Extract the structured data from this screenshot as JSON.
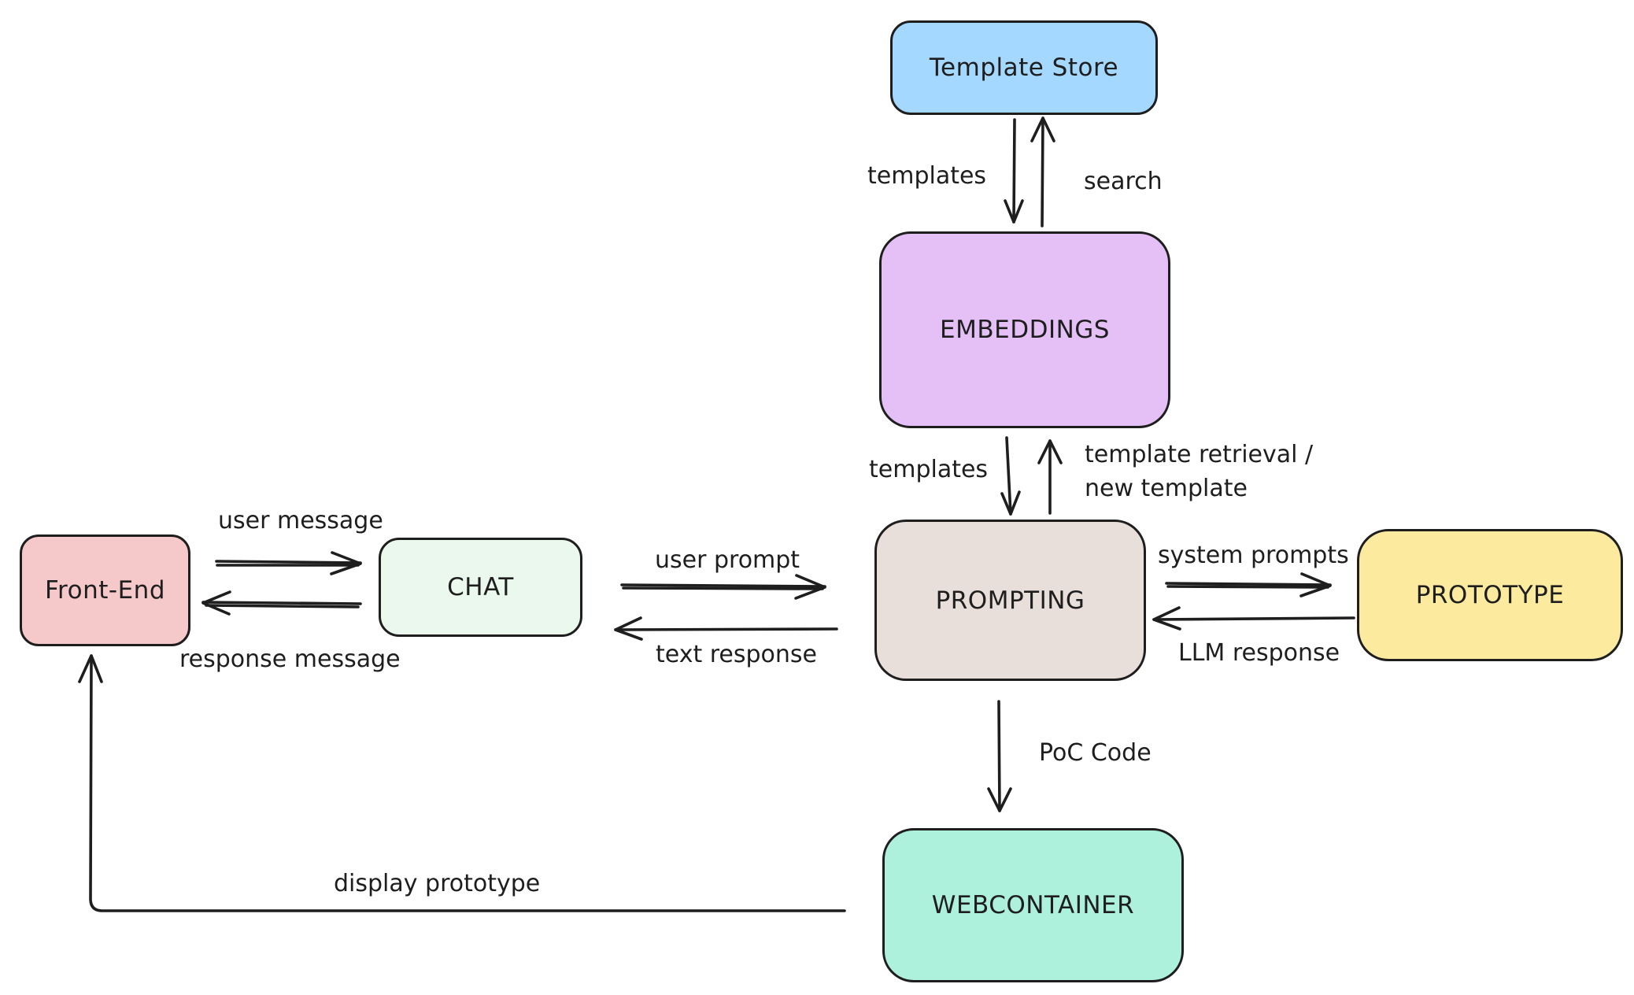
{
  "diagram": {
    "nodes": {
      "template_store": {
        "label": "Template Store",
        "fill": "#a5d8ff"
      },
      "embeddings": {
        "label": "EMBEDDINGS",
        "fill": "#e5c0f7"
      },
      "prompting": {
        "label": "PROMPTING",
        "fill": "#e8deda"
      },
      "prototype": {
        "label": "PROTOTYPE",
        "fill": "#fcea9f"
      },
      "chat": {
        "label": "CHAT",
        "fill": "#ebf8ee"
      },
      "frontend": {
        "label": "Front-End",
        "fill": "#f5c9c9"
      },
      "webcontainer": {
        "label": "WEBCONTAINER",
        "fill": "#adf0dc"
      }
    },
    "edges": {
      "templates_store_to_embeddings": "templates",
      "search_embeddings_to_store": "search",
      "templates_embeddings_to_prompting": "templates",
      "retrieval_prompting_to_embeddings": "template retrieval / new template",
      "user_message": "user message",
      "response_message": "response message",
      "user_prompt": "user prompt",
      "text_response": "text response",
      "system_prompts": "system prompts",
      "llm_response": "LLM response",
      "poc_code": "PoC Code",
      "display_prototype": "display prototype"
    },
    "stroke_color": "#1e1e1e"
  }
}
